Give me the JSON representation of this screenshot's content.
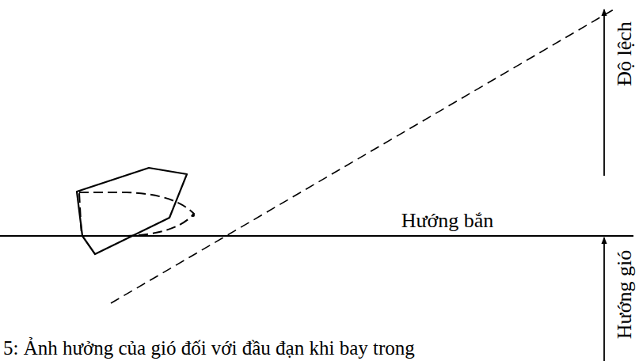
{
  "diagram": {
    "caption": "5: Ảnh hưởng của gió đối với đầu đạn khi bay trong",
    "labels": [
      "Hướng bắn",
      "Độ lệch",
      "Hướng gió"
    ]
  }
}
